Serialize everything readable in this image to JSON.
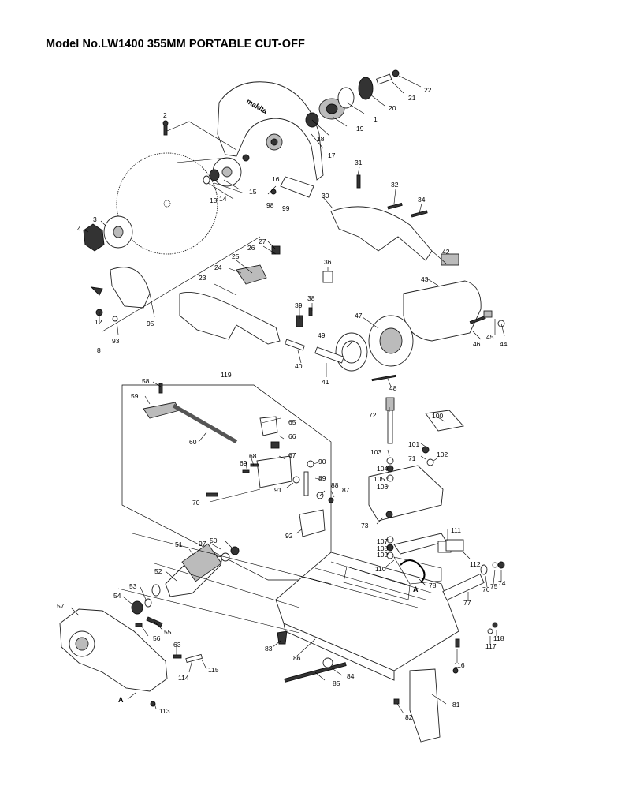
{
  "title": "Model No.LW1400 355MM PORTABLE CUT-OFF",
  "guard_brand": "makita",
  "parts": [
    {
      "id": "p1",
      "label": "1"
    },
    {
      "id": "p2",
      "label": "2"
    },
    {
      "id": "p3",
      "label": "3"
    },
    {
      "id": "p4",
      "label": "4"
    },
    {
      "id": "p8",
      "label": "8"
    },
    {
      "id": "p12",
      "label": "12"
    },
    {
      "id": "p13",
      "label": "13"
    },
    {
      "id": "p14",
      "label": "14"
    },
    {
      "id": "p15",
      "label": "15"
    },
    {
      "id": "p16",
      "label": "16"
    },
    {
      "id": "p17",
      "label": "17"
    },
    {
      "id": "p18",
      "label": "18"
    },
    {
      "id": "p19",
      "label": "19"
    },
    {
      "id": "p20",
      "label": "20"
    },
    {
      "id": "p21",
      "label": "21"
    },
    {
      "id": "p22",
      "label": "22"
    },
    {
      "id": "p23",
      "label": "23"
    },
    {
      "id": "p24",
      "label": "24"
    },
    {
      "id": "p25",
      "label": "25"
    },
    {
      "id": "p26",
      "label": "26"
    },
    {
      "id": "p27",
      "label": "27"
    },
    {
      "id": "p30",
      "label": "30"
    },
    {
      "id": "p31",
      "label": "31"
    },
    {
      "id": "p32",
      "label": "32"
    },
    {
      "id": "p34",
      "label": "34"
    },
    {
      "id": "p36",
      "label": "36"
    },
    {
      "id": "p38",
      "label": "38"
    },
    {
      "id": "p39",
      "label": "39"
    },
    {
      "id": "p40",
      "label": "40"
    },
    {
      "id": "p41",
      "label": "41"
    },
    {
      "id": "p42",
      "label": "42"
    },
    {
      "id": "p43",
      "label": "43"
    },
    {
      "id": "p44",
      "label": "44"
    },
    {
      "id": "p45",
      "label": "45"
    },
    {
      "id": "p46",
      "label": "46"
    },
    {
      "id": "p47",
      "label": "47"
    },
    {
      "id": "p48",
      "label": "48"
    },
    {
      "id": "p49",
      "label": "49"
    },
    {
      "id": "p50",
      "label": "50"
    },
    {
      "id": "p51",
      "label": "51"
    },
    {
      "id": "p52",
      "label": "52"
    },
    {
      "id": "p53",
      "label": "53"
    },
    {
      "id": "p54",
      "label": "54"
    },
    {
      "id": "p55",
      "label": "55"
    },
    {
      "id": "p56",
      "label": "56"
    },
    {
      "id": "p57",
      "label": "57"
    },
    {
      "id": "p58",
      "label": "58"
    },
    {
      "id": "p59",
      "label": "59"
    },
    {
      "id": "p60",
      "label": "60"
    },
    {
      "id": "p63",
      "label": "63"
    },
    {
      "id": "p65",
      "label": "65"
    },
    {
      "id": "p66",
      "label": "66"
    },
    {
      "id": "p67",
      "label": "67"
    },
    {
      "id": "p68",
      "label": "68"
    },
    {
      "id": "p69",
      "label": "69"
    },
    {
      "id": "p70",
      "label": "70"
    },
    {
      "id": "p71",
      "label": "71"
    },
    {
      "id": "p72",
      "label": "72"
    },
    {
      "id": "p73",
      "label": "73"
    },
    {
      "id": "p74",
      "label": "74"
    },
    {
      "id": "p75",
      "label": "75"
    },
    {
      "id": "p76",
      "label": "76"
    },
    {
      "id": "p77",
      "label": "77"
    },
    {
      "id": "p78",
      "label": "78"
    },
    {
      "id": "p81",
      "label": "81"
    },
    {
      "id": "p82",
      "label": "82"
    },
    {
      "id": "p83",
      "label": "83"
    },
    {
      "id": "p84",
      "label": "84"
    },
    {
      "id": "p85",
      "label": "85"
    },
    {
      "id": "p86",
      "label": "86"
    },
    {
      "id": "p87",
      "label": "87"
    },
    {
      "id": "p88",
      "label": "88"
    },
    {
      "id": "p89",
      "label": "89"
    },
    {
      "id": "p90",
      "label": "90"
    },
    {
      "id": "p91",
      "label": "91"
    },
    {
      "id": "p92",
      "label": "92"
    },
    {
      "id": "p93",
      "label": "93"
    },
    {
      "id": "p95",
      "label": "95"
    },
    {
      "id": "p97",
      "label": "97"
    },
    {
      "id": "p98",
      "label": "98"
    },
    {
      "id": "p99",
      "label": "99"
    },
    {
      "id": "p100",
      "label": "100"
    },
    {
      "id": "p101",
      "label": "101"
    },
    {
      "id": "p102",
      "label": "102"
    },
    {
      "id": "p103",
      "label": "103"
    },
    {
      "id": "p104",
      "label": "104"
    },
    {
      "id": "p105",
      "label": "105"
    },
    {
      "id": "p106",
      "label": "106"
    },
    {
      "id": "p107",
      "label": "107"
    },
    {
      "id": "p108",
      "label": "108"
    },
    {
      "id": "p109",
      "label": "109"
    },
    {
      "id": "p110",
      "label": "110"
    },
    {
      "id": "p111",
      "label": "111"
    },
    {
      "id": "p112",
      "label": "112"
    },
    {
      "id": "p113",
      "label": "113"
    },
    {
      "id": "p114",
      "label": "114"
    },
    {
      "id": "p115",
      "label": "115"
    },
    {
      "id": "p116",
      "label": "116"
    },
    {
      "id": "p117",
      "label": "117"
    },
    {
      "id": "p118",
      "label": "118"
    },
    {
      "id": "p119",
      "label": "119"
    },
    {
      "id": "pA1",
      "label": "A"
    },
    {
      "id": "pA2",
      "label": "A"
    }
  ]
}
